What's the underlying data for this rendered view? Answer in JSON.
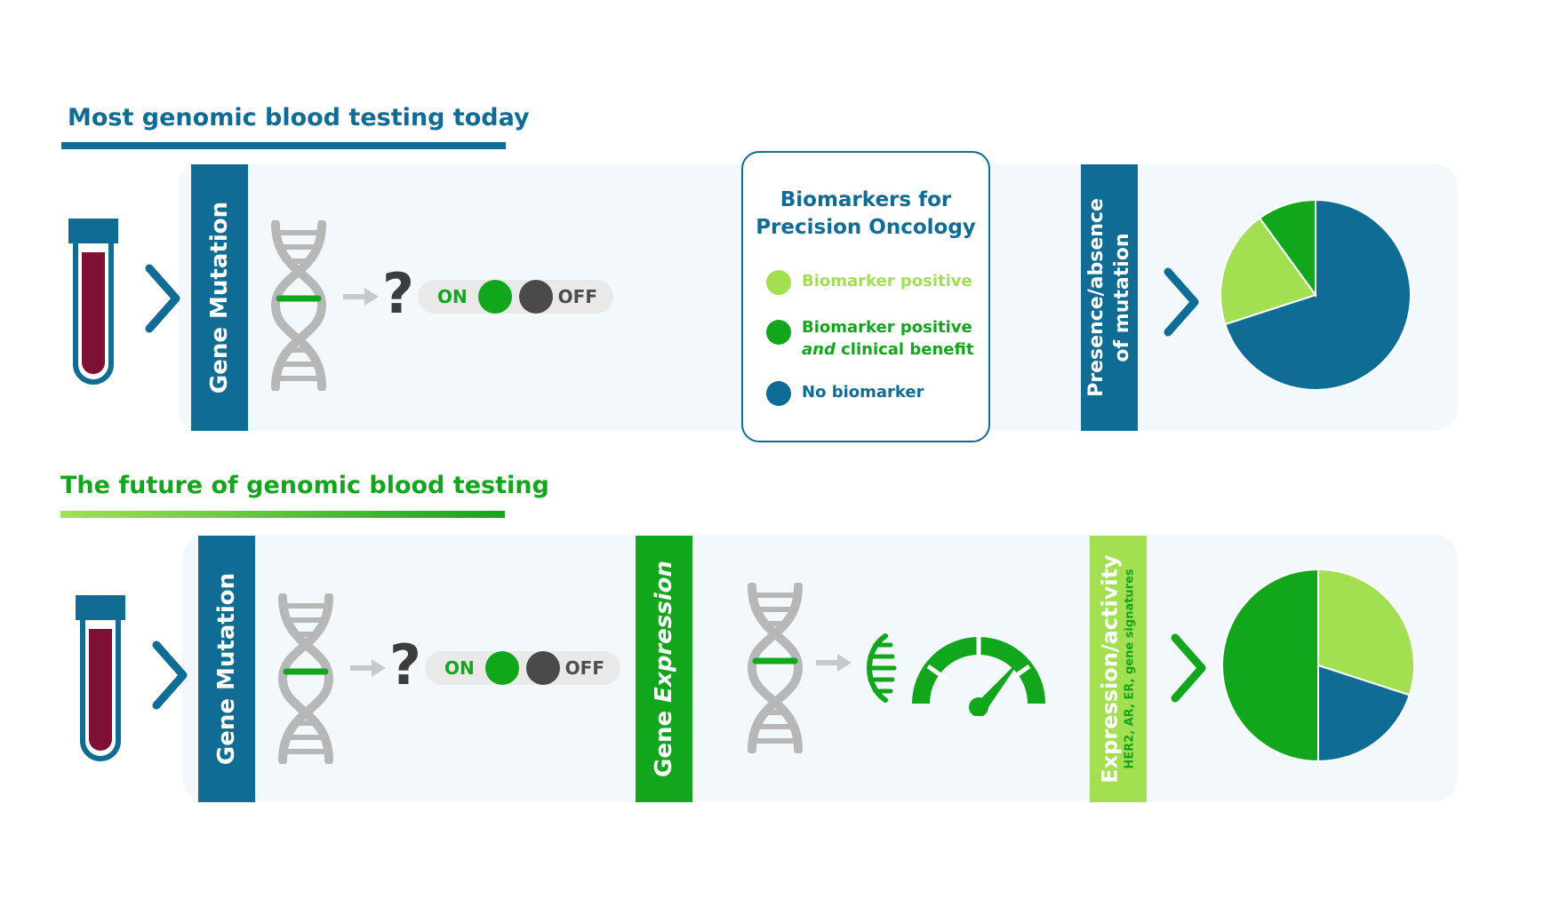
{
  "colors": {
    "teal": "#0f6d95",
    "green": "#12a61d",
    "light_green": "#a2e052",
    "grey": "#b7b7b7",
    "dark_grey": "#4a4a4a",
    "blood": "#7e1033"
  },
  "today": {
    "heading": "Most genomic blood testing today",
    "tab_mutation": "Gene Mutation",
    "toggle_on": "ON",
    "toggle_off": "OFF",
    "tab_result": "Presence/absence of mutation",
    "icons": [
      "blood-tube-icon",
      "chevron-right-icon",
      "dna-icon",
      "arrow-right-icon",
      "question-mark-icon",
      "toggle-icon",
      "pie-chart-icon"
    ]
  },
  "future": {
    "heading": "The future of genomic blood testing",
    "tab_mutation": "Gene Mutation",
    "toggle_on": "ON",
    "toggle_off": "OFF",
    "tab_expression_prefix": "Gene ",
    "tab_expression_emph": "Expression",
    "tab_result_main": "Expression/activity",
    "tab_result_sub": "HER2, AR, ER, gene signatures",
    "icons": [
      "blood-tube-icon",
      "chevron-right-icon",
      "dna-icon",
      "arrow-right-icon",
      "question-mark-icon",
      "toggle-icon",
      "rna-strand-icon",
      "speedometer-icon",
      "pie-chart-icon"
    ]
  },
  "legend": {
    "title_line1": "Biomarkers for",
    "title_line2": "Precision Oncology",
    "items": [
      {
        "line1": "Biomarker positive",
        "color": "#a2e052"
      },
      {
        "line1": "Biomarker positive",
        "emph": "and",
        "line2_rest": " clinical benefit",
        "color": "#12a61d"
      },
      {
        "line1": "No biomarker",
        "color": "#0f6d95"
      }
    ]
  },
  "chart_data": [
    {
      "type": "pie",
      "slices": [
        {
          "category": "No biomarker",
          "value": 0.7,
          "color": "#0f6d95"
        },
        {
          "category": "Biomarker positive",
          "value": 0.2,
          "color": "#a2e052"
        },
        {
          "category": "Biomarker positive and clinical benefit",
          "value": 0.1,
          "color": "#12a61d"
        }
      ]
    },
    {
      "type": "pie",
      "slices": [
        {
          "category": "Biomarker positive",
          "value": 0.3,
          "color": "#a2e052"
        },
        {
          "category": "No biomarker",
          "value": 0.2,
          "color": "#0f6d95"
        },
        {
          "category": "Biomarker positive and clinical benefit",
          "value": 0.5,
          "color": "#12a61d"
        }
      ]
    }
  ]
}
